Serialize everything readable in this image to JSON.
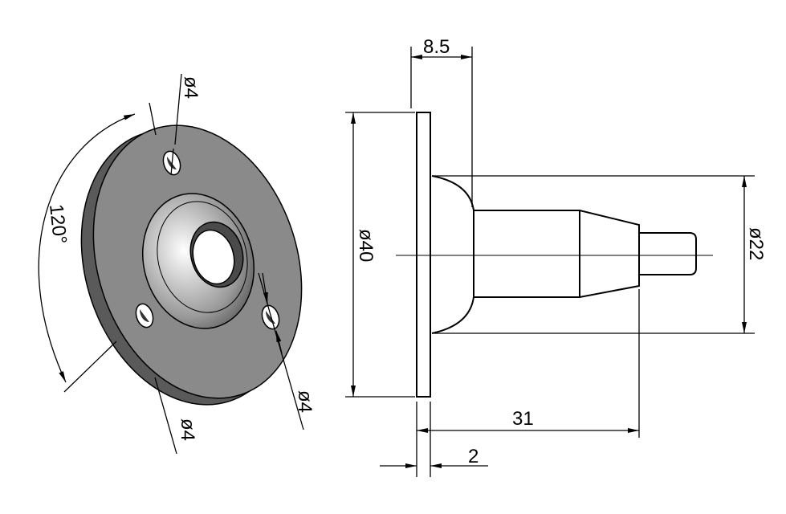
{
  "drawing": {
    "iso_hole_top_dim": "ø4",
    "iso_hole_bottom_dim": "ø4",
    "iso_hole_right_dim": "ø4",
    "iso_angle_dim": "120°",
    "side_width_dim": "8.5",
    "side_flange_dia_dim": "ø40",
    "side_body_dia_dim": "ø22",
    "side_length_dim": "31",
    "side_flange_thk_dim": "2"
  },
  "colors": {
    "background": "#ffffff",
    "line": "#000000",
    "part_face": "#8a8a8a",
    "part_rim": "#5a5a5a"
  }
}
